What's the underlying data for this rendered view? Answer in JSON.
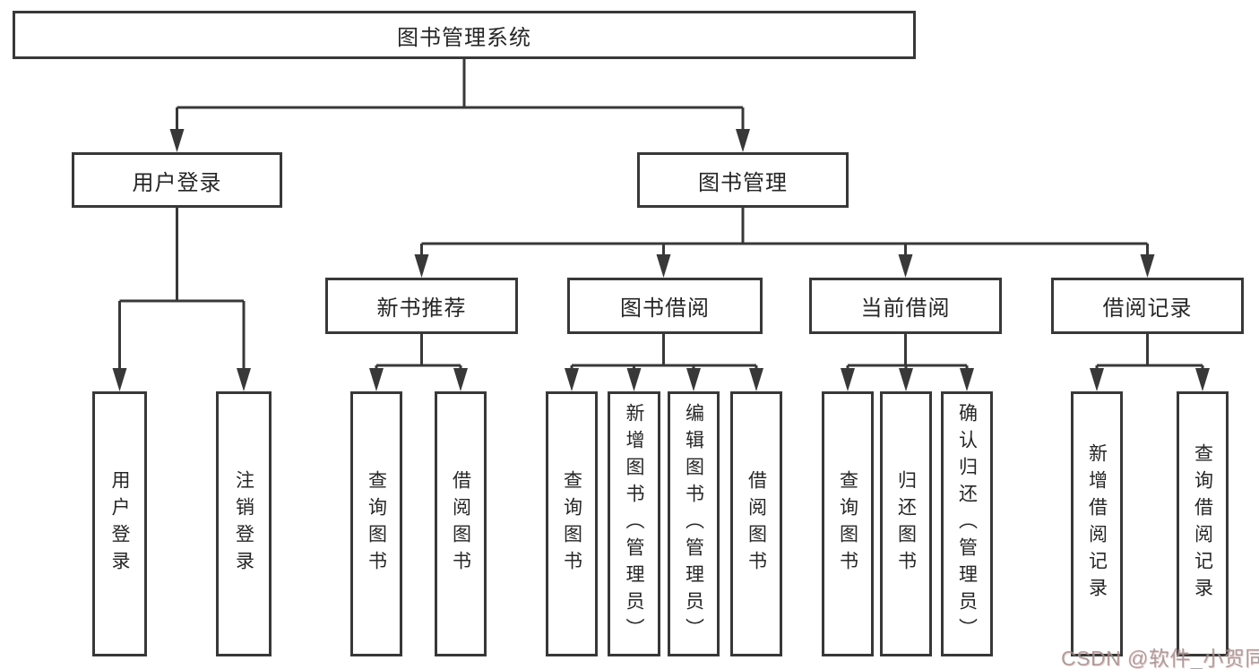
{
  "tree": {
    "label": "图书管理系统",
    "children": [
      {
        "label": "用户登录",
        "children": [
          {
            "label": "用户登录"
          },
          {
            "label": "注销登录"
          }
        ]
      },
      {
        "label": "图书管理",
        "children": [
          {
            "label": "新书推荐",
            "children": [
              {
                "label": "查询图书"
              },
              {
                "label": "借阅图书"
              }
            ]
          },
          {
            "label": "图书借阅",
            "children": [
              {
                "label": "查询图书"
              },
              {
                "label": "新增图书（管理员）"
              },
              {
                "label": "编辑图书（管理员）"
              },
              {
                "label": "借阅图书"
              }
            ]
          },
          {
            "label": "当前借阅",
            "children": [
              {
                "label": "查询图书"
              },
              {
                "label": "归还图书"
              },
              {
                "label": "确认归还（管理员）"
              }
            ]
          },
          {
            "label": "借阅记录",
            "children": [
              {
                "label": "新增借阅记录"
              },
              {
                "label": "查询借阅记录"
              }
            ]
          }
        ]
      }
    ]
  },
  "watermark": {
    "text": "CSDN @软件_小贺同学"
  },
  "colors": {
    "line": "#383838",
    "text": "#262626",
    "background": "#ffffff",
    "watermark": "#988f8f"
  }
}
